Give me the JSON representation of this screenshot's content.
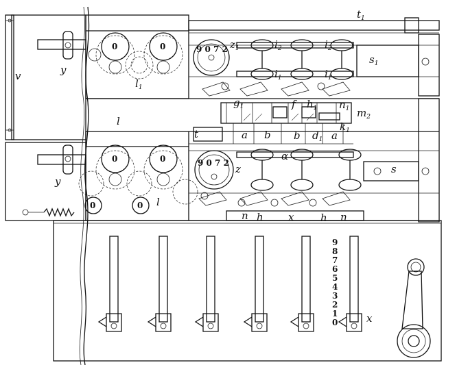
{
  "labels": {
    "t1": {
      "base": "t",
      "sub": "1"
    },
    "z1": {
      "base": "z",
      "sub": "1"
    },
    "i2_a": {
      "base": "i",
      "sub": "2"
    },
    "i2_b": {
      "base": "i",
      "sub": "2"
    },
    "s1": {
      "base": "s",
      "sub": "1"
    },
    "i1_a": {
      "base": "i",
      "sub": "1"
    },
    "i1_b": {
      "base": "i",
      "sub": "1"
    },
    "v": {
      "base": "v",
      "sub": ""
    },
    "y_top": {
      "base": "y",
      "sub": ""
    },
    "l1": {
      "base": "l",
      "sub": "1"
    },
    "g1": {
      "base": "g",
      "sub": "1"
    },
    "f": {
      "base": "f",
      "sub": ""
    },
    "h1": {
      "base": "h",
      "sub": "1"
    },
    "n1": {
      "base": "n",
      "sub": "1"
    },
    "m2": {
      "base": "m",
      "sub": "2"
    },
    "k1": {
      "base": "k",
      "sub": "1"
    },
    "l_main": {
      "base": "l",
      "sub": ""
    },
    "t": {
      "base": "t",
      "sub": ""
    },
    "a_left": {
      "base": "a",
      "sub": ""
    },
    "b_left": {
      "base": "b",
      "sub": ""
    },
    "b_right": {
      "base": "b",
      "sub": ""
    },
    "d1": {
      "base": "d",
      "sub": "1"
    },
    "a_right": {
      "base": "a",
      "sub": ""
    },
    "alpha": {
      "base": "α",
      "sub": ""
    },
    "z": {
      "base": "z",
      "sub": ""
    },
    "s": {
      "base": "s",
      "sub": ""
    },
    "y_mid": {
      "base": "y",
      "sub": ""
    },
    "l_low": {
      "base": "l",
      "sub": ""
    },
    "n_left": {
      "base": "n",
      "sub": ""
    },
    "h_left": {
      "base": "h",
      "sub": ""
    },
    "x_mid": {
      "base": "x",
      "sub": ""
    },
    "h_right": {
      "base": "h",
      "sub": ""
    },
    "n_right": {
      "base": "n",
      "sub": ""
    },
    "x_bottom": {
      "base": "x",
      "sub": ""
    }
  },
  "counter_digits": {
    "upper": [
      "0",
      "0"
    ],
    "middle": [
      "0",
      "0"
    ],
    "lower": [
      "0",
      "0"
    ]
  },
  "wheel_upper_digits": "9 0 7 2",
  "wheel_lower_digits": "9 0 7 2",
  "scale_digits": [
    "9",
    "8",
    "7",
    "6",
    "5",
    "4",
    "3",
    "2",
    "1",
    "0"
  ]
}
